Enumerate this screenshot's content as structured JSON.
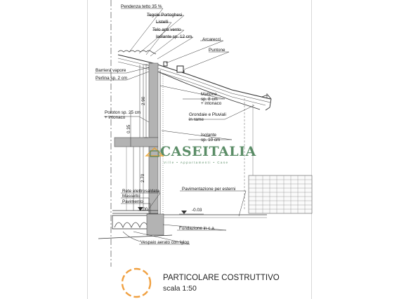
{
  "labels": {
    "pendenza": "Pendenza tetto 35 %",
    "tegole": "Tegole Portoghesi",
    "listelli": "Listelli",
    "telo": "Telo anti vento",
    "isolante12": "Isolante sp. 12 cm",
    "arcarecci": "Arcarecci",
    "puntone": "Puntone",
    "barriera": "Barriera vapore",
    "perlina": "Perlina sp. 2 cm",
    "mattone1": "Mattone",
    "mattone2": "sp. 8 cm",
    "mattone3": "+ intonaco",
    "poroton1": "Poroton sp. 25 cm",
    "poroton2": "+ intonaco",
    "grondaie1": "Grondaie e Pluviali",
    "grondaie2": "in rame",
    "isolante10a": "Isolante",
    "isolante10b": "sp. 10 cm",
    "rete": "Rete elettrosaldata",
    "massetto": "Massetto",
    "pavimento": "Pavimento",
    "pavimentazione": "Pavimentazione per esterni",
    "fondazione": "Fondazione in c.a.",
    "vespaio": "Vespaio aerato con Igloo"
  },
  "dimensions": {
    "d290": "2.90",
    "d035": "0.35",
    "d270": "2.70",
    "level0": "0.00",
    "level_ext": "-0.03"
  },
  "watermark": {
    "brand": "CASEITALIA",
    "tagline": "Ville  •  Appartamenti  •  Case",
    "brand_color": "#3f7a4d",
    "accent_color": "#f0a020"
  },
  "caption": {
    "title": "PARTICOLARE COSTRUTTIVO",
    "scale": "scala 1:50",
    "circle_color": "#f0a040"
  }
}
